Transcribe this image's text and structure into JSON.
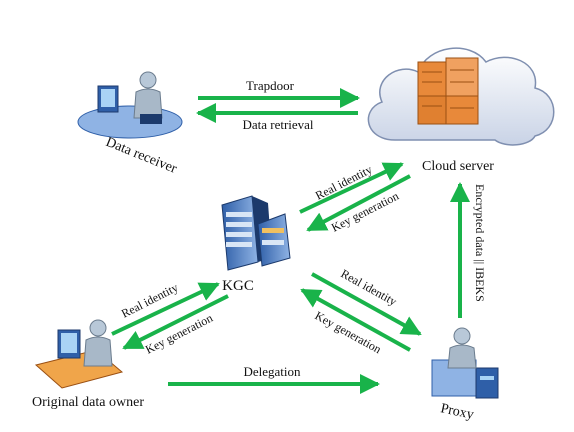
{
  "nodes": {
    "data_receiver": "Data receiver",
    "cloud_server": "Cloud server",
    "kgc": "KGC",
    "original_data_owner": "Original data owner",
    "proxy": "Proxy"
  },
  "edges": {
    "trapdoor": "Trapdoor",
    "data_retrieval": "Data retrieval",
    "kgc_cloud_real_identity": "Real identity",
    "kgc_cloud_key_generation": "Key generation",
    "owner_kgc_real_identity": "Real identity",
    "owner_kgc_key_generation": "Key generation",
    "kgc_proxy_real_identity": "Real identity",
    "kgc_proxy_key_generation": "Key generation",
    "delegation": "Delegation",
    "encrypted_data": "Encrypted data || IBEKS"
  },
  "colors": {
    "arrow": "#19b34a",
    "server": "#e8893a",
    "person": "#3a6fb5"
  }
}
